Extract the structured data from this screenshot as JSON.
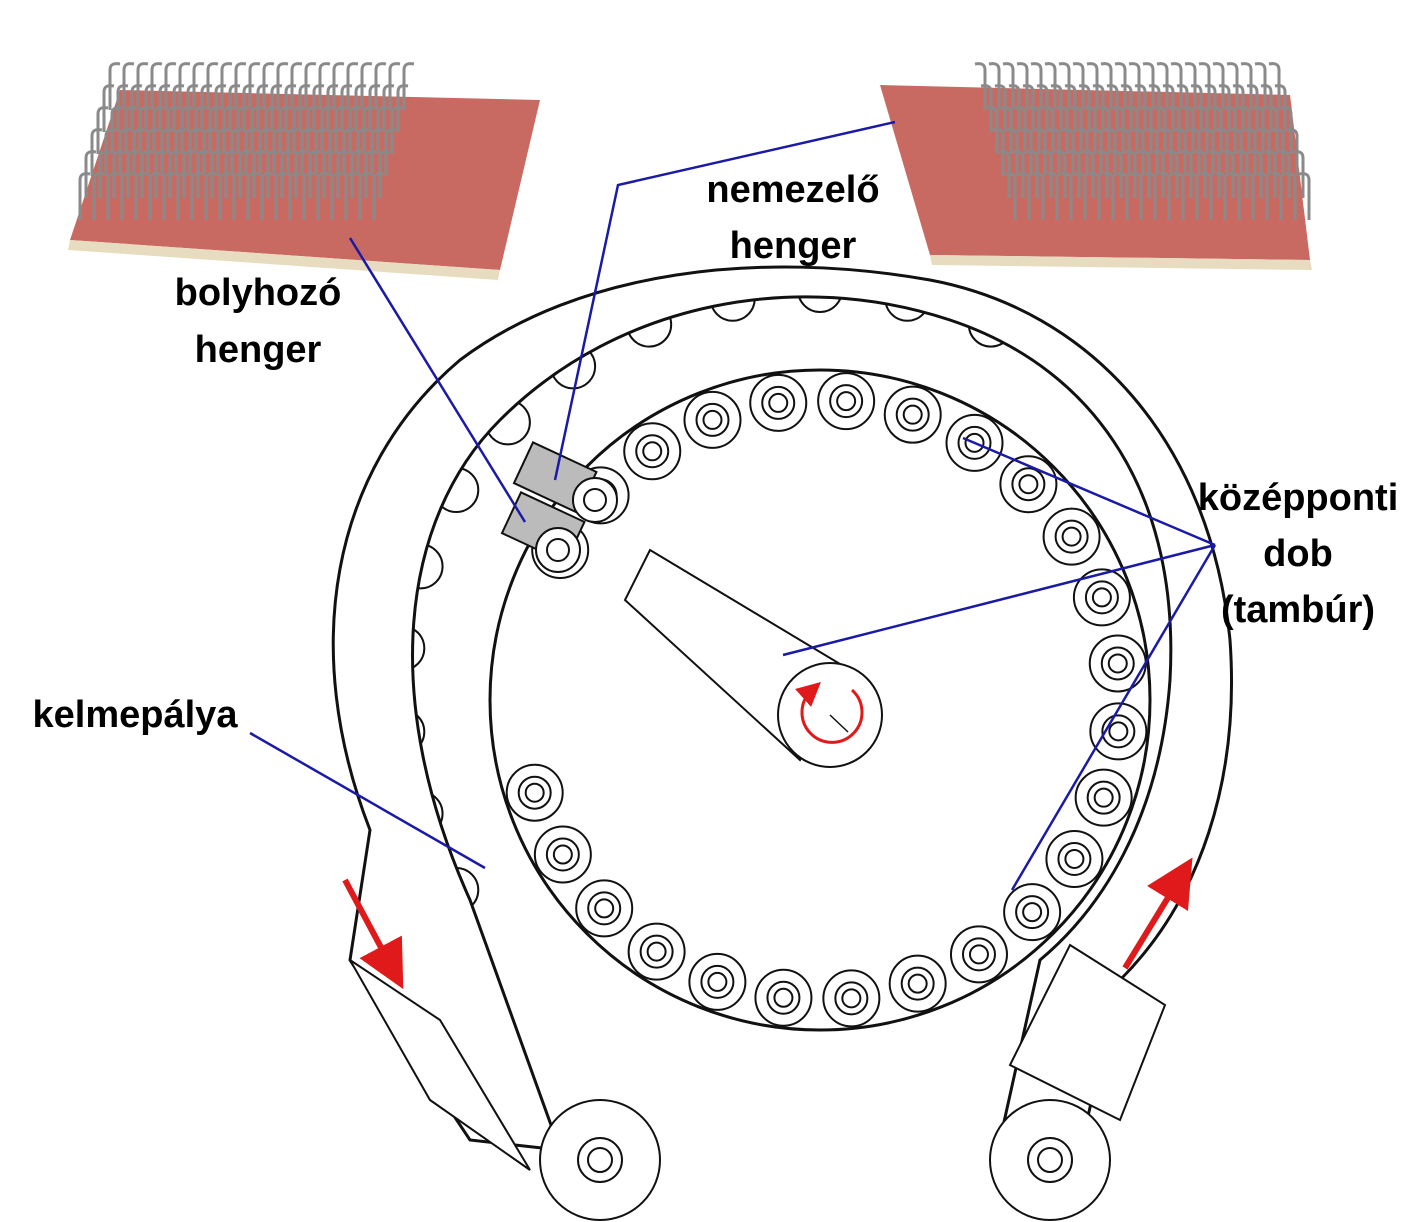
{
  "labels": {
    "felting_roller_line1": "nemezelő",
    "felting_roller_line2": "henger",
    "raising_roller_line1": "bolyhozó",
    "raising_roller_line2": "henger",
    "central_drum_line1": "középponti",
    "central_drum_line2": "dob",
    "central_drum_line3": "(tambúr)",
    "fabric_web": "kelmepálya"
  },
  "colors": {
    "leader_line": "#1a1aa6",
    "arrow": "#e01a1a",
    "card_base": "#c96a62",
    "card_edge": "#e8dcc0",
    "wire": "#8a8a8a",
    "outline": "#111111"
  },
  "icons": {
    "rotation": "rotation-arrow-icon",
    "fabric_in": "arrow-in-icon",
    "fabric_out": "arrow-out-icon"
  }
}
